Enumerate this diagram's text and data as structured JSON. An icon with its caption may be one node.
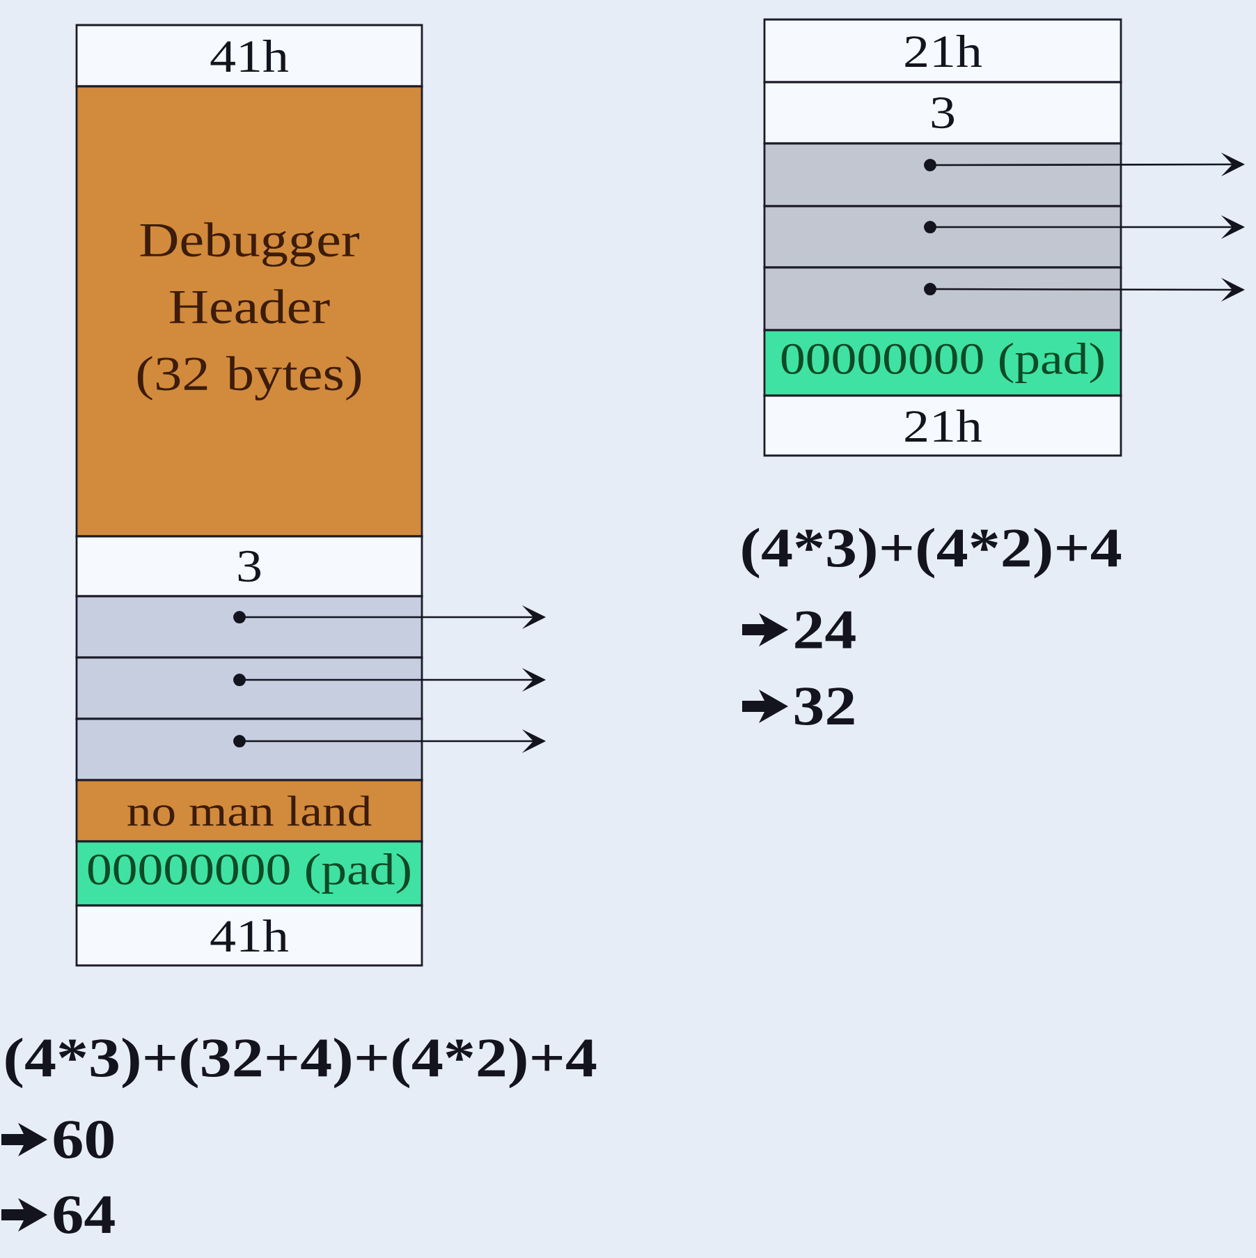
{
  "diagram": {
    "nodes": [
      {
        "text": [
          "41h"
        ]
      },
      {
        "text": [
          "Debugger Header (32 bytes)"
        ]
      },
      {
        "text": [
          "3"
        ]
      },
      {
        "text": [],
        "shape": "box"
      },
      {
        "text": [],
        "shape": "box"
      },
      {
        "text": [],
        "shape": "box"
      },
      {
        "text": [
          "no man land"
        ]
      },
      {
        "text": [
          "00000000 (pad)"
        ]
      },
      {
        "text": [
          "41h"
        ]
      },
      {
        "text": [
          "21h"
        ]
      },
      {
        "text": [
          "3"
        ]
      },
      {
        "text": [],
        "shape": "box"
      },
      {
        "text": [],
        "shape": "box"
      },
      {
        "text": [],
        "shape": "box"
      },
      {
        "text": [
          "00000000 (pad)"
        ]
      },
      {
        "text": [
          "21h"
        ]
      }
    ],
    "edges": [
      {
        "from": 3,
        "to": null,
        "arrow": "to"
      },
      {
        "from": 4,
        "to": null,
        "arrow": "to"
      },
      {
        "from": 5,
        "to": null,
        "arrow": "to"
      },
      {
        "from": 11,
        "to": null,
        "arrow": "to"
      },
      {
        "from": 12,
        "to": null,
        "arrow": "to"
      },
      {
        "from": 13,
        "to": null,
        "arrow": "to"
      }
    ],
    "labels": [
      "(4*3)+(32+4)+(4*2)+4",
      "60",
      "64",
      "(4*3)+(4*2)+4",
      "24",
      "32"
    ]
  }
}
